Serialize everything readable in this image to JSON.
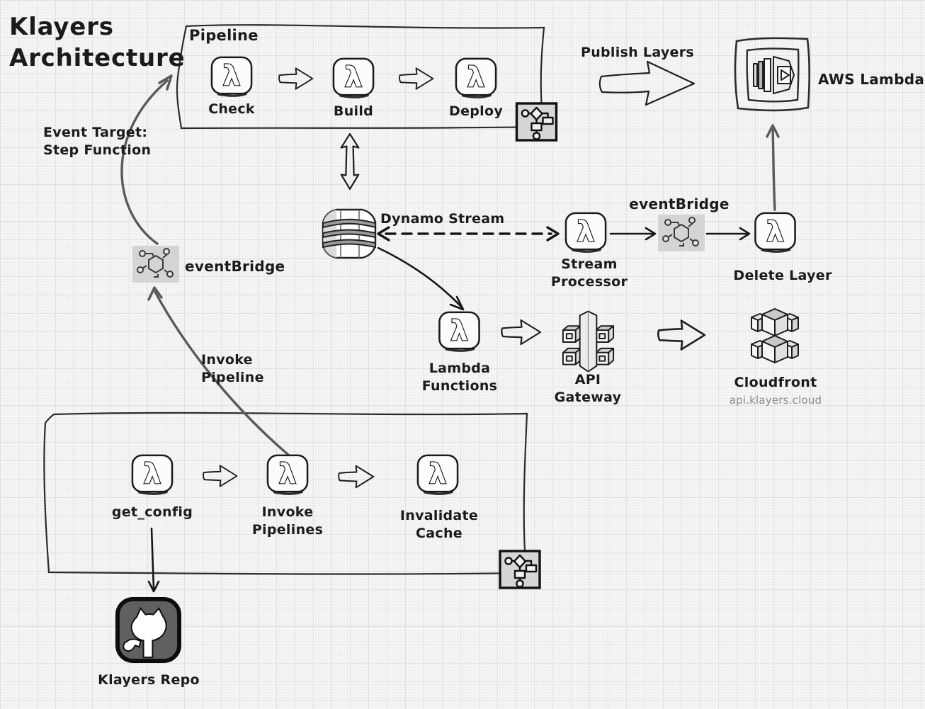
{
  "title": "Klayers\nArchitecture",
  "notes": {
    "event_target": "Event Target:\nStep Function",
    "invoke_pipeline": "Invoke\nPipeline",
    "publish_layers": "Publish Layers",
    "dynamo_stream": "Dynamo Stream"
  },
  "pipeline": {
    "label": "Pipeline",
    "steps": [
      {
        "label": "Check"
      },
      {
        "label": "Build"
      },
      {
        "label": "Deploy"
      }
    ]
  },
  "nodes": {
    "aws_lambda": {
      "label": "AWS Lambda"
    },
    "eventbridge_left": {
      "label": "eventBridge"
    },
    "eventbridge_right": {
      "label": "eventBridge"
    },
    "stream_processor": {
      "label": "Stream\nProcessor"
    },
    "delete_layer": {
      "label": "Delete Layer"
    },
    "lambda_functions": {
      "label": "Lambda\nFunctions"
    },
    "api_gateway": {
      "label": "API\nGateway"
    },
    "cloudfront": {
      "label": "Cloudfront",
      "domain": "api.klayers.cloud"
    },
    "github": {
      "label": "Klayers Repo"
    }
  },
  "bottom_flow": {
    "steps": [
      {
        "label": "get_config"
      },
      {
        "label": "Invoke\nPipelines"
      },
      {
        "label": "Invalidate\nCache"
      }
    ]
  },
  "colors": {
    "background": "#f5f5f3",
    "grid_line": "#e1e1e1",
    "ink": "#1b1b1b",
    "soft_ink": "#5a5a5a",
    "icon_gray": "#d5d5d5",
    "muted_text": "#8c8c8c"
  }
}
